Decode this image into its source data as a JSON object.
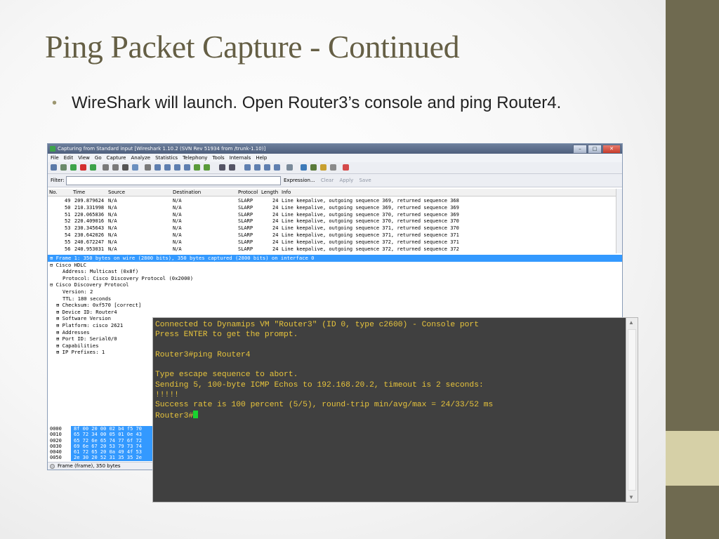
{
  "slide": {
    "title": "Ping Packet Capture - Continued",
    "bullet": "WireShark will launch.  Open Router3’s console and ping Router4."
  },
  "wireshark": {
    "window_title": "Capturing from Standard input   [Wireshark 1.10.2  (SVN Rev 51934 from /trunk-1.10)]",
    "menu": [
      "File",
      "Edit",
      "View",
      "Go",
      "Capture",
      "Analyze",
      "Statistics",
      "Telephony",
      "Tools",
      "Internals",
      "Help"
    ],
    "filter": {
      "label": "Filter:",
      "value": "",
      "expression": "Expression...",
      "clear": "Clear",
      "apply": "Apply",
      "save": "Save"
    },
    "columns": [
      "No.",
      "Time",
      "Source",
      "Destination",
      "Protocol",
      "Length",
      "Info"
    ],
    "packets": [
      {
        "no": "49",
        "time": "209.879624",
        "src": "N/A",
        "dst": "N/A",
        "proto": "SLARP",
        "len": "24",
        "info": "Line keepalive, outgoing sequence 369, returned sequence 368"
      },
      {
        "no": "50",
        "time": "210.331998",
        "src": "N/A",
        "dst": "N/A",
        "proto": "SLARP",
        "len": "24",
        "info": "Line keepalive, outgoing sequence 369, returned sequence 369"
      },
      {
        "no": "51",
        "time": "220.065836",
        "src": "N/A",
        "dst": "N/A",
        "proto": "SLARP",
        "len": "24",
        "info": "Line keepalive, outgoing sequence 370, returned sequence 369"
      },
      {
        "no": "52",
        "time": "220.409016",
        "src": "N/A",
        "dst": "N/A",
        "proto": "SLARP",
        "len": "24",
        "info": "Line keepalive, outgoing sequence 370, returned sequence 370"
      },
      {
        "no": "53",
        "time": "230.345643",
        "src": "N/A",
        "dst": "N/A",
        "proto": "SLARP",
        "len": "24",
        "info": "Line keepalive, outgoing sequence 371, returned sequence 370"
      },
      {
        "no": "54",
        "time": "230.642026",
        "src": "N/A",
        "dst": "N/A",
        "proto": "SLARP",
        "len": "24",
        "info": "Line keepalive, outgoing sequence 371, returned sequence 371"
      },
      {
        "no": "55",
        "time": "240.672247",
        "src": "N/A",
        "dst": "N/A",
        "proto": "SLARP",
        "len": "24",
        "info": "Line keepalive, outgoing sequence 372, returned sequence 371"
      },
      {
        "no": "56",
        "time": "240.953031",
        "src": "N/A",
        "dst": "N/A",
        "proto": "SLARP",
        "len": "24",
        "info": "Line keepalive, outgoing sequence 372, returned sequence 372"
      }
    ],
    "detail": [
      {
        "text": "⊞ Frame 1: 350 bytes on wire (2800 bits), 350 bytes captured (2800 bits) on interface 0",
        "indent": 0,
        "selected": true
      },
      {
        "text": "⊟ Cisco HDLC",
        "indent": 0
      },
      {
        "text": "Address: Multicast (0x8f)",
        "indent": 2
      },
      {
        "text": "Protocol: Cisco Discovery Protocol (0x2000)",
        "indent": 2
      },
      {
        "text": "⊟ Cisco Discovery Protocol",
        "indent": 0
      },
      {
        "text": "Version: 2",
        "indent": 2
      },
      {
        "text": "TTL: 180 seconds",
        "indent": 2
      },
      {
        "text": "⊞ Checksum: 0xf570 [correct]",
        "indent": 1
      },
      {
        "text": "⊞ Device ID: Router4",
        "indent": 1
      },
      {
        "text": "⊞ Software Version",
        "indent": 1
      },
      {
        "text": "⊞ Platform: cisco 2621",
        "indent": 1
      },
      {
        "text": "⊞ Addresses",
        "indent": 1
      },
      {
        "text": "⊞ Port ID: Serial0/0",
        "indent": 1
      },
      {
        "text": "⊞ Capabilities",
        "indent": 1
      },
      {
        "text": "⊞ IP Prefixes: 1",
        "indent": 1
      }
    ],
    "hex": [
      {
        "off": "0000",
        "bytes": "8f 00 20 00 02 b4 f5 70"
      },
      {
        "off": "0010",
        "bytes": "65 72 34 00 05 01 0e 43"
      },
      {
        "off": "0020",
        "bytes": "65 72 6e 65 74 77 6f 72"
      },
      {
        "off": "0030",
        "bytes": "69 6e 67 20 53 79 73 74"
      },
      {
        "off": "0040",
        "bytes": "61 72 65 20 0a 49 4f 53"
      },
      {
        "off": "0050",
        "bytes": "2e 30 20 52 31 35 35 2e"
      }
    ],
    "status": "Frame (frame), 350 bytes"
  },
  "console": {
    "lines": [
      "Connected to Dynamips VM \"Router3\" (ID 0, type c2600) - Console port",
      "Press ENTER to get the prompt.",
      "",
      "Router3#ping Router4",
      "",
      "Type escape sequence to abort.",
      "Sending 5, 100-byte ICMP Echos to 192.168.20.2, timeout is 2 seconds:",
      "!!!!!",
      "Success rate is 100 percent (5/5), round-trip min/avg/max = 24/33/52 ms"
    ],
    "prompt": "Router3#",
    "text_color": "#e8c43c",
    "bg_color": "#404040",
    "cursor_color": "#19d32f"
  }
}
